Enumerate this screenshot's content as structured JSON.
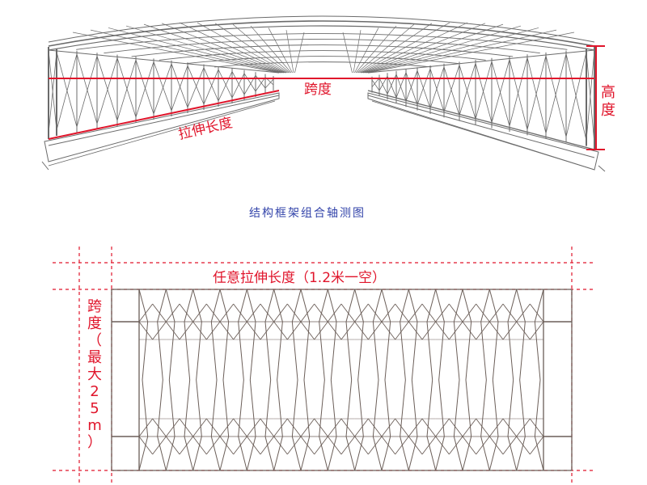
{
  "top_view": {
    "span_label": "跨度",
    "height_label": "高度",
    "extension_label": "拉伸长度"
  },
  "caption": "结构框架组合轴测图",
  "plan_view": {
    "extension_label": "任意拉伸长度（1.2米一空）",
    "span_label": "跨度（最大25m）"
  },
  "colors": {
    "frame": "#6b6b6b",
    "dimension": "#e0152b",
    "caption": "#3344aa",
    "plan_frame": "#6b5e58"
  }
}
